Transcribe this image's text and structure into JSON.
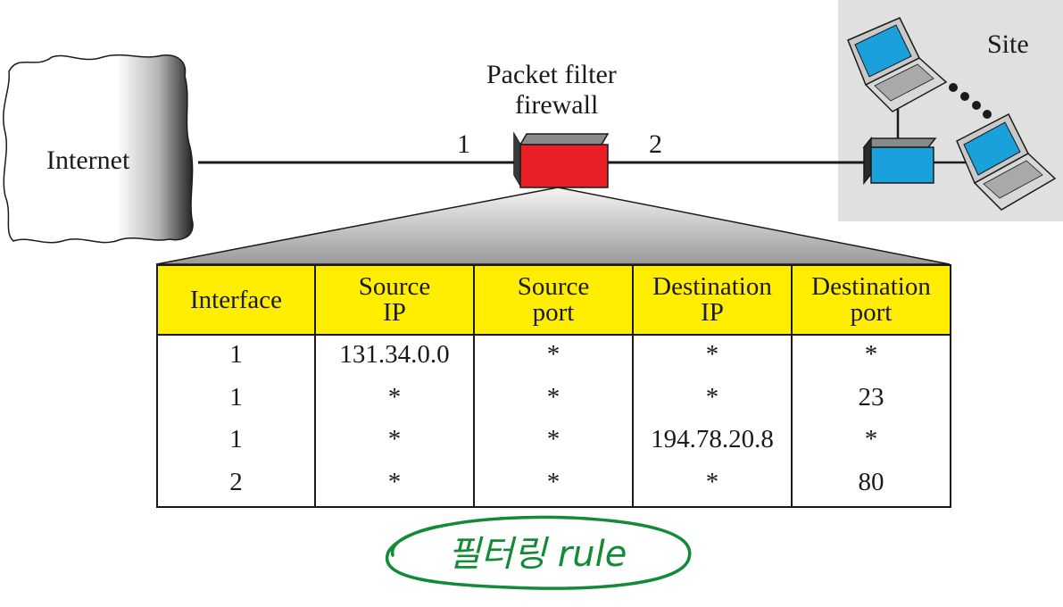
{
  "internet_label": "Internet",
  "firewall_label_line1": "Packet filter",
  "firewall_label_line2": "firewall",
  "interface_1_label": "1",
  "interface_2_label": "2",
  "site_label": "Site",
  "colors": {
    "firewall": "#e81f27",
    "switch": "#1aa1dc",
    "laptop_screen": "#1aa1dc",
    "site_background": "#e0e0e1",
    "table_header": "#ffee00",
    "handwriting": "#138a36"
  },
  "table": {
    "headers": [
      [
        "Interface"
      ],
      [
        "Source",
        "IP"
      ],
      [
        "Source",
        "port"
      ],
      [
        "Destination",
        "IP"
      ],
      [
        "Destination",
        "port"
      ]
    ],
    "rows": [
      [
        "1",
        "131.34.0.0",
        "*",
        "*",
        "*"
      ],
      [
        "1",
        "*",
        "*",
        "*",
        "23"
      ],
      [
        "1",
        "*",
        "*",
        "194.78.20.8",
        "*"
      ],
      [
        "2",
        "*",
        "*",
        "*",
        "80"
      ]
    ]
  },
  "annotation_text": "필터링 rule"
}
